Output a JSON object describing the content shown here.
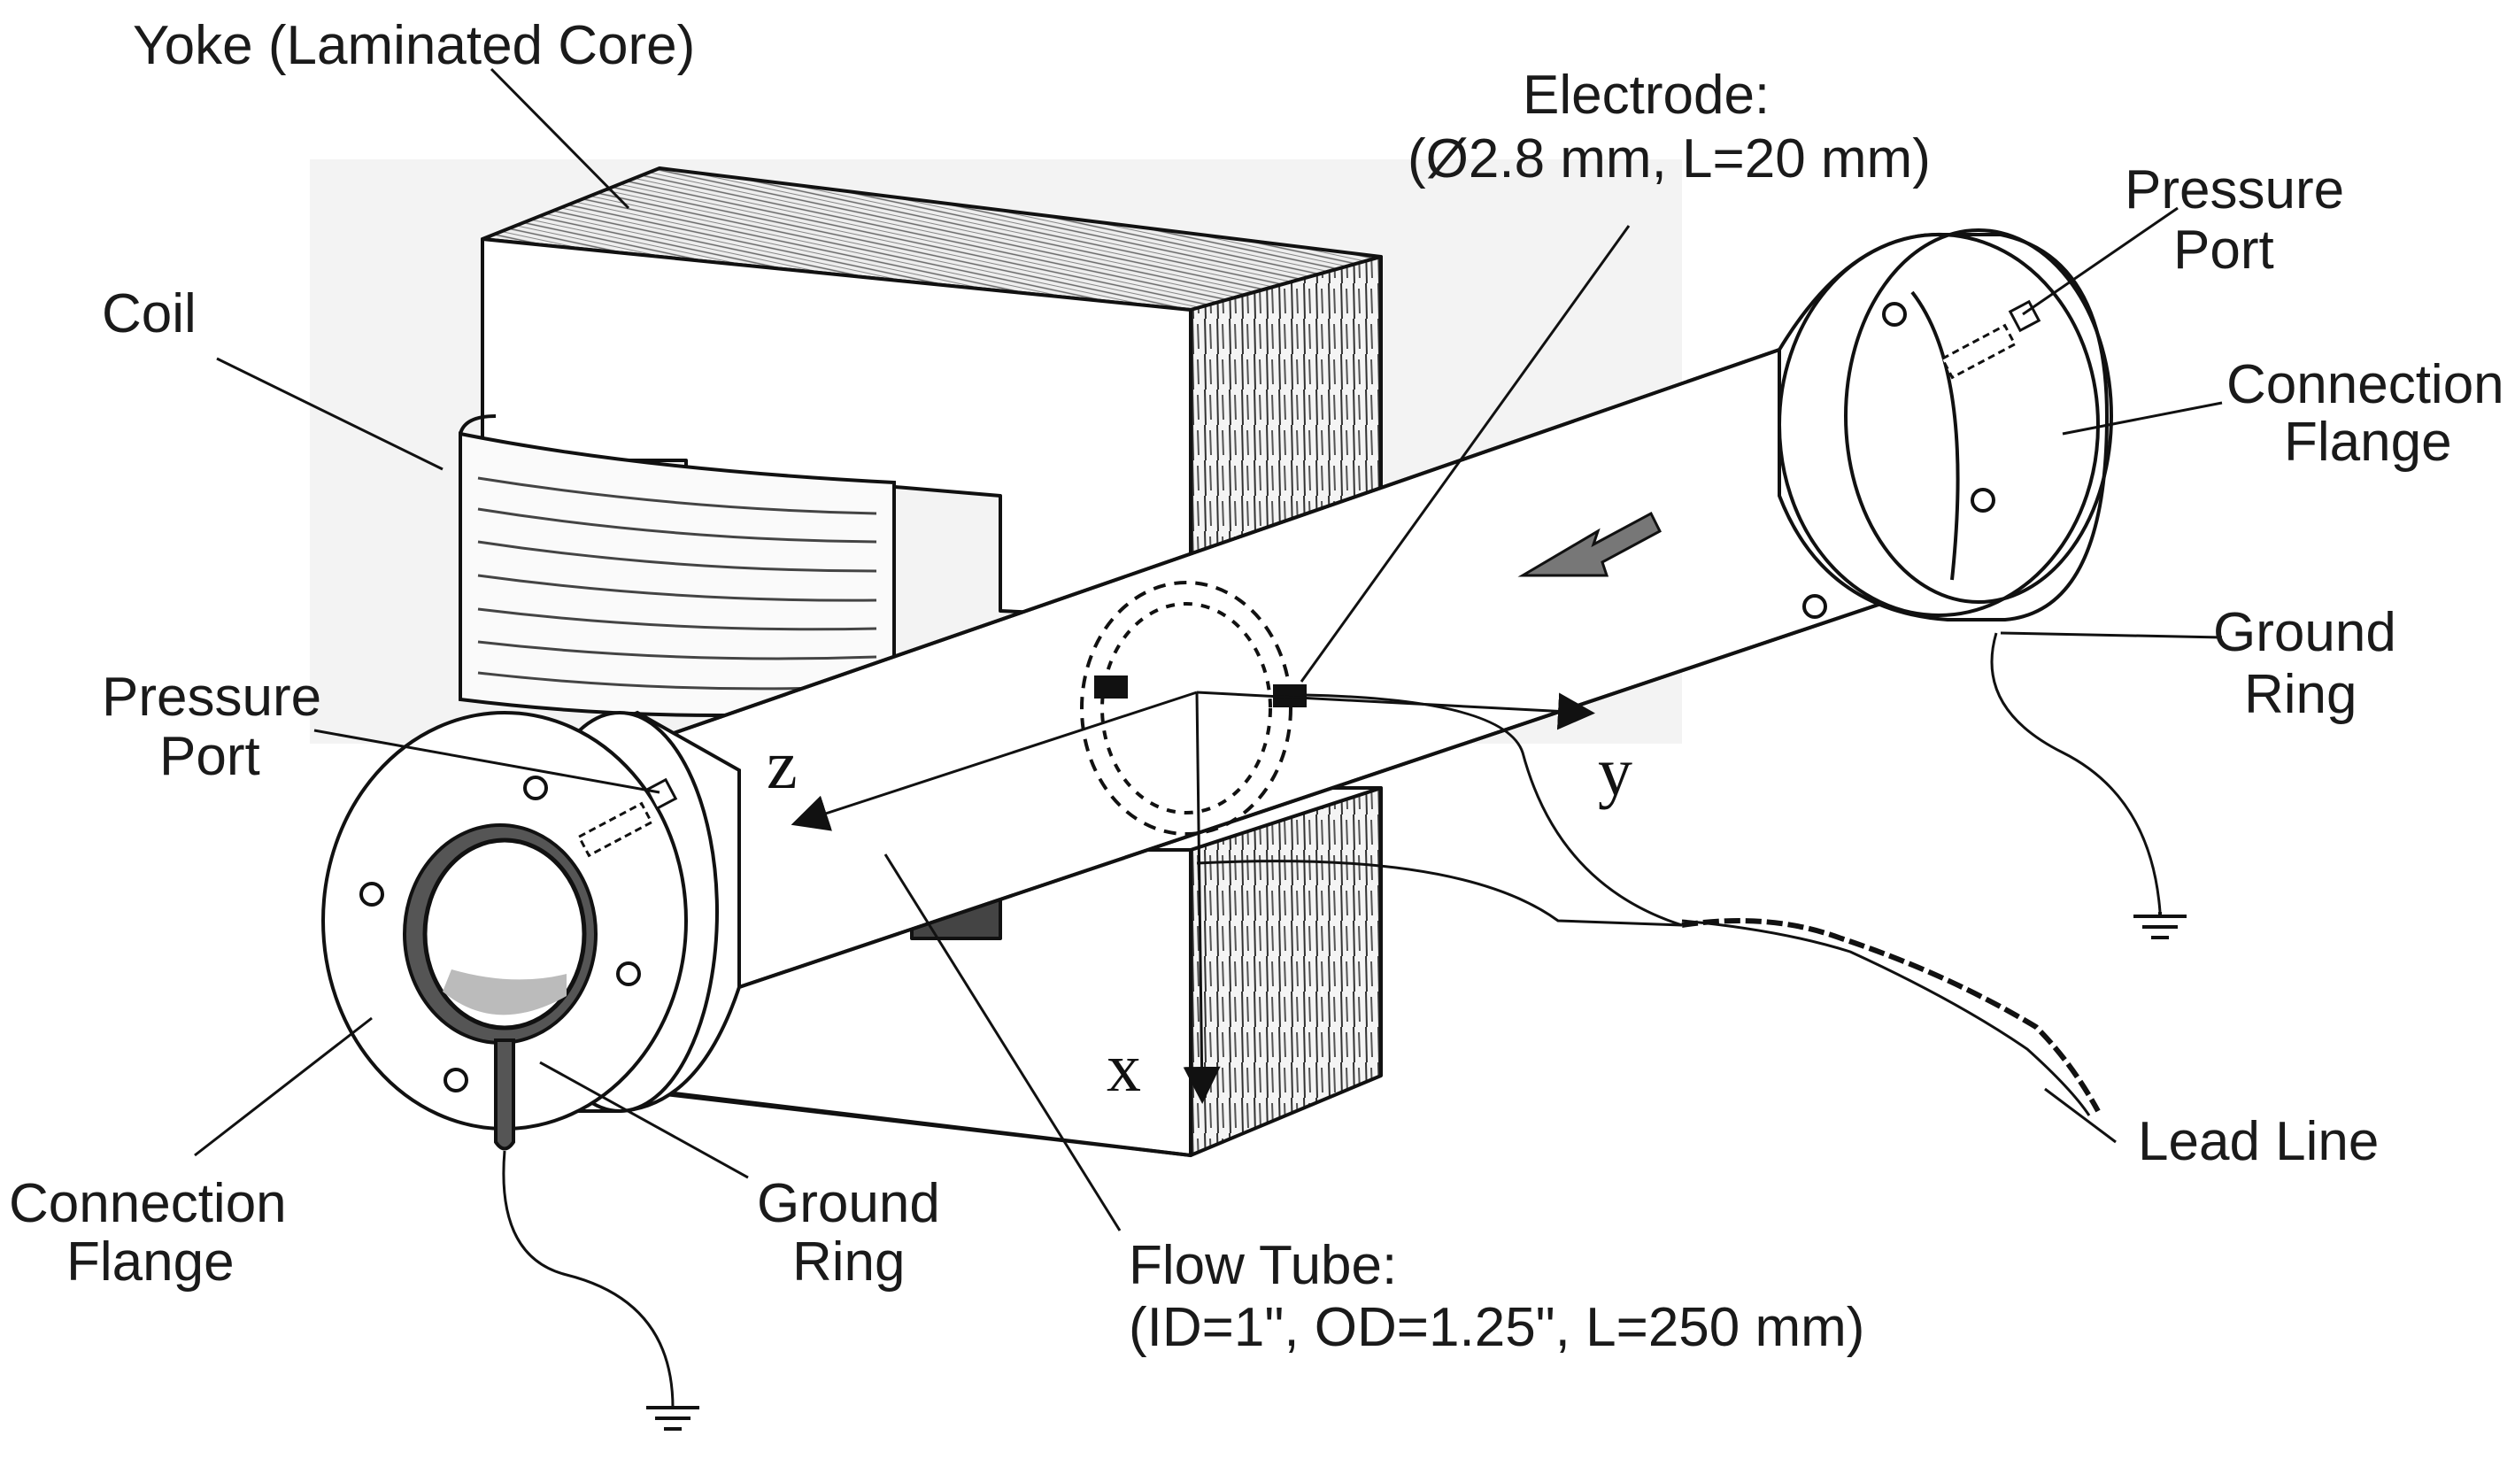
{
  "labels": {
    "yoke": "Yoke (Laminated Core)",
    "electrode_title": "Electrode:",
    "electrode_spec": "(Ø2.8 mm, L=20 mm)",
    "coil": "Coil",
    "pressure_port_right_1": "Pressure",
    "pressure_port_right_2": "Port",
    "connection_flange_right_1": "Connection",
    "connection_flange_right_2": "Flange",
    "ground_ring_right_1": "Ground",
    "ground_ring_right_2": "Ring",
    "pressure_port_left_1": "Pressure",
    "pressure_port_left_2": "Port",
    "connection_flange_left_1": "Connection",
    "connection_flange_left_2": "Flange",
    "ground_ring_left_1": "Ground",
    "ground_ring_left_2": "Ring",
    "flow_tube_title": "Flow Tube:",
    "flow_tube_spec": "(ID=1\", OD=1.25\", L=250 mm)",
    "lead_line": "Lead Line"
  },
  "axes": {
    "x": "x",
    "y": "y",
    "z": "z"
  }
}
